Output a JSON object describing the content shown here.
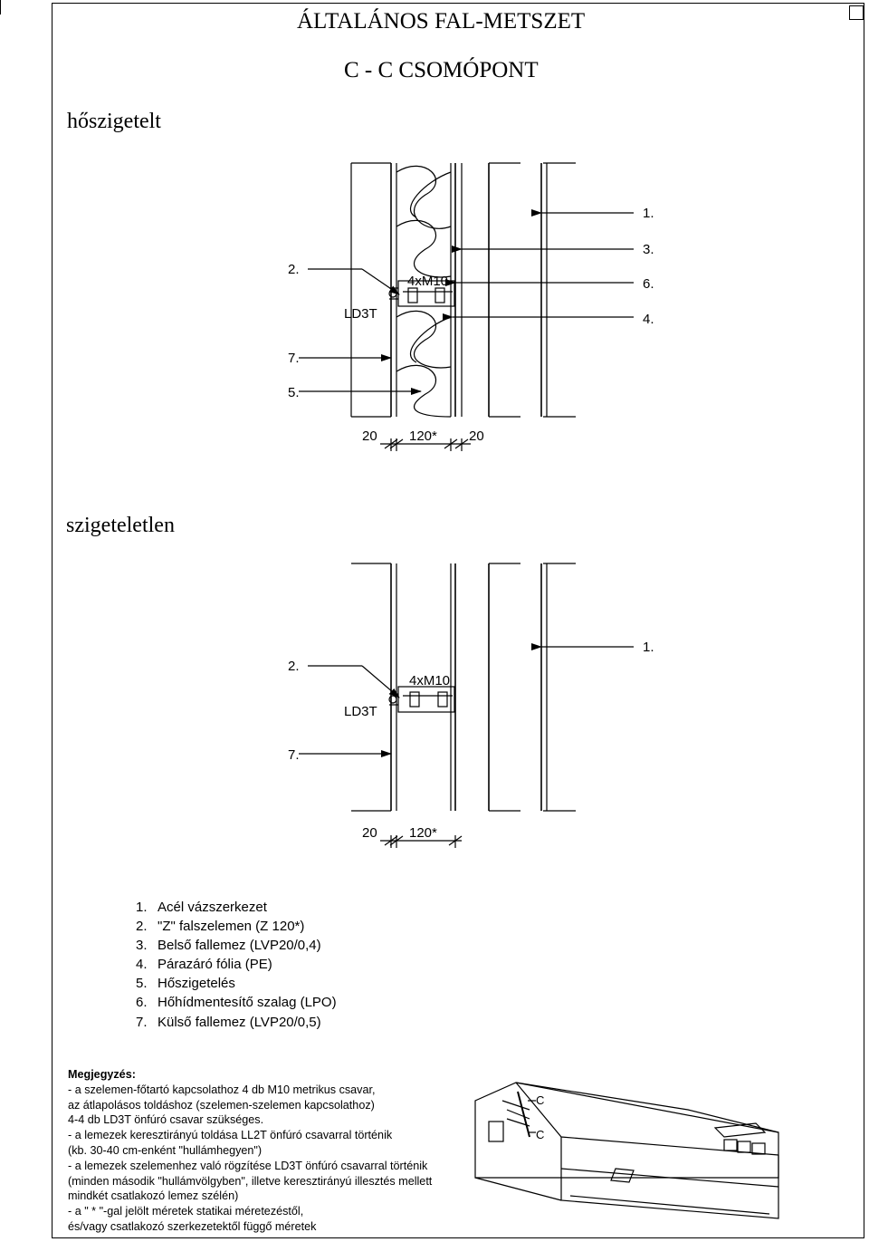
{
  "title": "ÁLTALÁNOS FAL-METSZET",
  "subtitle": "C - C  CSOMÓPONT",
  "section_insulated": {
    "label": "hőszigetelt",
    "callouts": [
      "1.",
      "3.",
      "6.",
      "4.",
      "2.",
      "7.",
      "5."
    ],
    "ld3t": "LD3T",
    "bolt": "4xM10",
    "dims": [
      "20",
      "120*",
      "20"
    ]
  },
  "section_uninsulated": {
    "label": "szigeteletlen",
    "callouts": [
      "1.",
      "2.",
      "7."
    ],
    "ld3t": "LD3T",
    "bolt": "4xM10",
    "dims": [
      "20",
      "120*"
    ]
  },
  "legend": [
    {
      "num": "1.",
      "text": "Acél vázszerkezet"
    },
    {
      "num": "2.",
      "text": "\"Z\" falszelemen (Z 120*)"
    },
    {
      "num": "3.",
      "text": "Belső fallemez (LVP20/0,4)"
    },
    {
      "num": "4.",
      "text": "Párazáró fólia (PE)"
    },
    {
      "num": "5.",
      "text": "Hőszigetelés"
    },
    {
      "num": "6.",
      "text": "Hőhídmentesítő szalag (LPO)"
    },
    {
      "num": "7.",
      "text": "Külső fallemez (LVP20/0,5)"
    }
  ],
  "notes": {
    "heading": "Megjegyzés:",
    "lines": [
      "- a szelemen-főtartó kapcsolathoz 4 db M10 metrikus csavar,",
      "   az átlapolásos toldáshoz (szelemen-szelemen kapcsolathoz)",
      "   4-4 db LD3T önfúró csavar szükséges.",
      "- a lemezek keresztirányú toldása LL2T önfúró csavarral történik",
      "   (kb. 30-40 cm-enként \"hullámhegyen\")",
      "- a lemezek szelemenhez való rögzítése LD3T önfúró csavarral történik",
      "   (minden második \"hullámvölgyben\", illetve keresztirányú illesztés mellett",
      "   mindkét csatlakozó lemez szélén)",
      "- a \" * \"-gal jelölt méretek statikai méretezéstől,",
      "   és/vagy csatlakozó szerkezetektől függő méretek"
    ]
  },
  "key_plan": {
    "section_mark_top": "C",
    "section_mark_bottom": "C"
  }
}
